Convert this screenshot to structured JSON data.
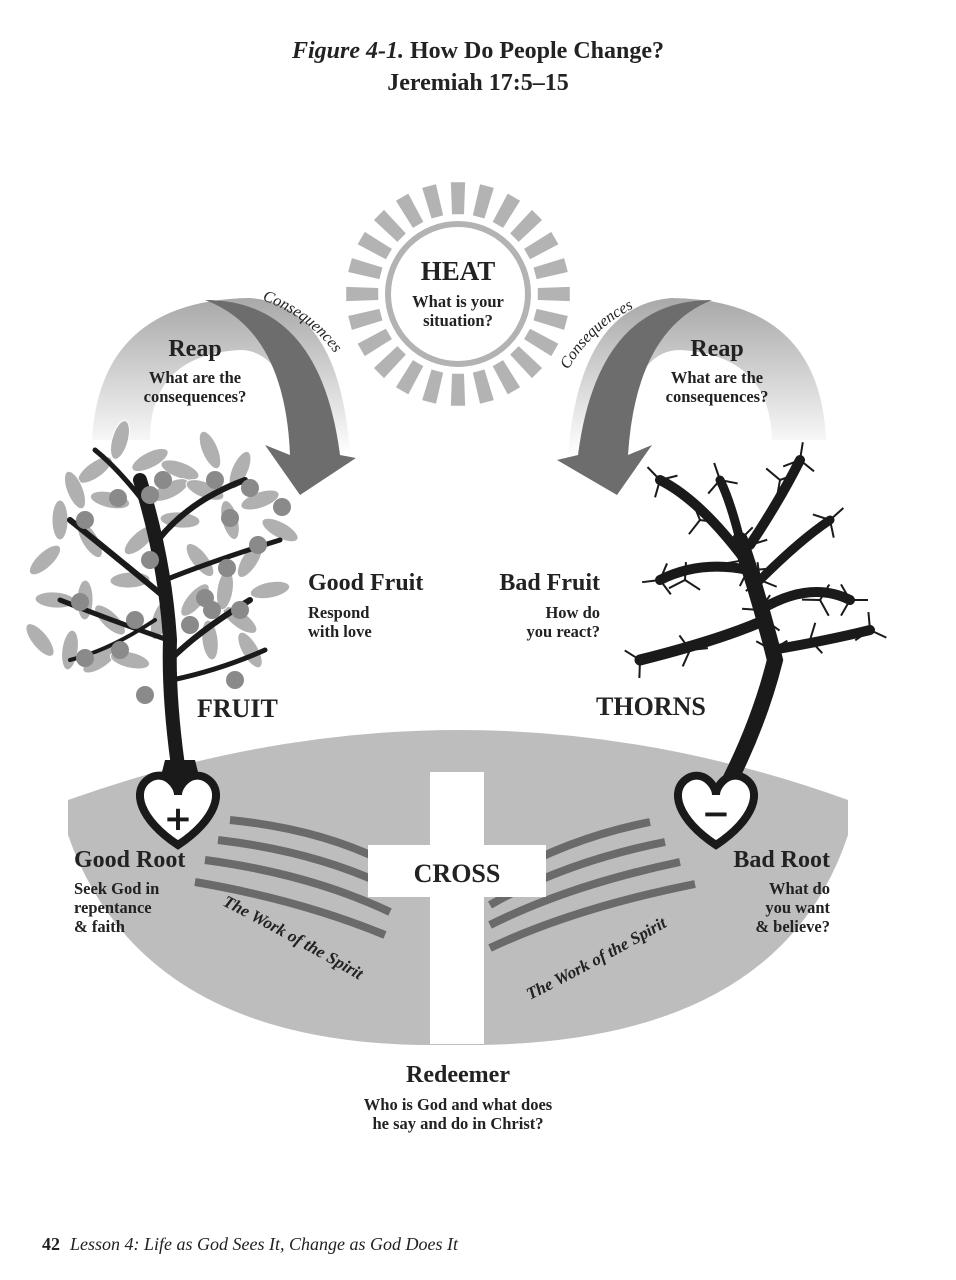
{
  "header": {
    "figure_label": "Figure 4-1.",
    "title": "How Do People Change?",
    "reference": "Jeremiah 17:5–15"
  },
  "heat": {
    "title": "HEAT",
    "question": "What is your situation?"
  },
  "reap_left": {
    "title": "Reap",
    "question": "What are the consequences?"
  },
  "reap_right": {
    "title": "Reap",
    "question": "What are the consequences?"
  },
  "arrow_left_label": "Consequences",
  "arrow_right_label": "Consequences",
  "good_fruit": {
    "title": "Good Fruit",
    "line1": "Respond",
    "line2": "with love"
  },
  "bad_fruit": {
    "title": "Bad Fruit",
    "line1": "How do",
    "line2": "you react?"
  },
  "fruit_label": "FRUIT",
  "thorns_label": "THORNS",
  "good_root": {
    "title": "Good Root",
    "line1": "Seek God in",
    "line2": "repentance",
    "line3": "& faith",
    "symbol": "+"
  },
  "bad_root": {
    "title": "Bad Root",
    "line1": "What do",
    "line2": "you want",
    "line3": "& believe?",
    "symbol": "−"
  },
  "cross_label": "CROSS",
  "spirit_left": "The Work of the Spirit",
  "spirit_right": "The Work of the Spirit",
  "redeemer": {
    "title": "Redeemer",
    "line1": "Who is God and what does",
    "line2": "he say and do in Christ?"
  },
  "footer": {
    "page_number": "42",
    "lesson": "Lesson 4: Life as God Sees It, Change as God Does It"
  },
  "colors": {
    "ground": "#bdbdbd",
    "arrow": "#6d6d6d",
    "sun": "#b3b3b3",
    "leaf": "#b0b0b0",
    "fruit": "#8a8a8a",
    "dark": "#1a1a1a"
  }
}
